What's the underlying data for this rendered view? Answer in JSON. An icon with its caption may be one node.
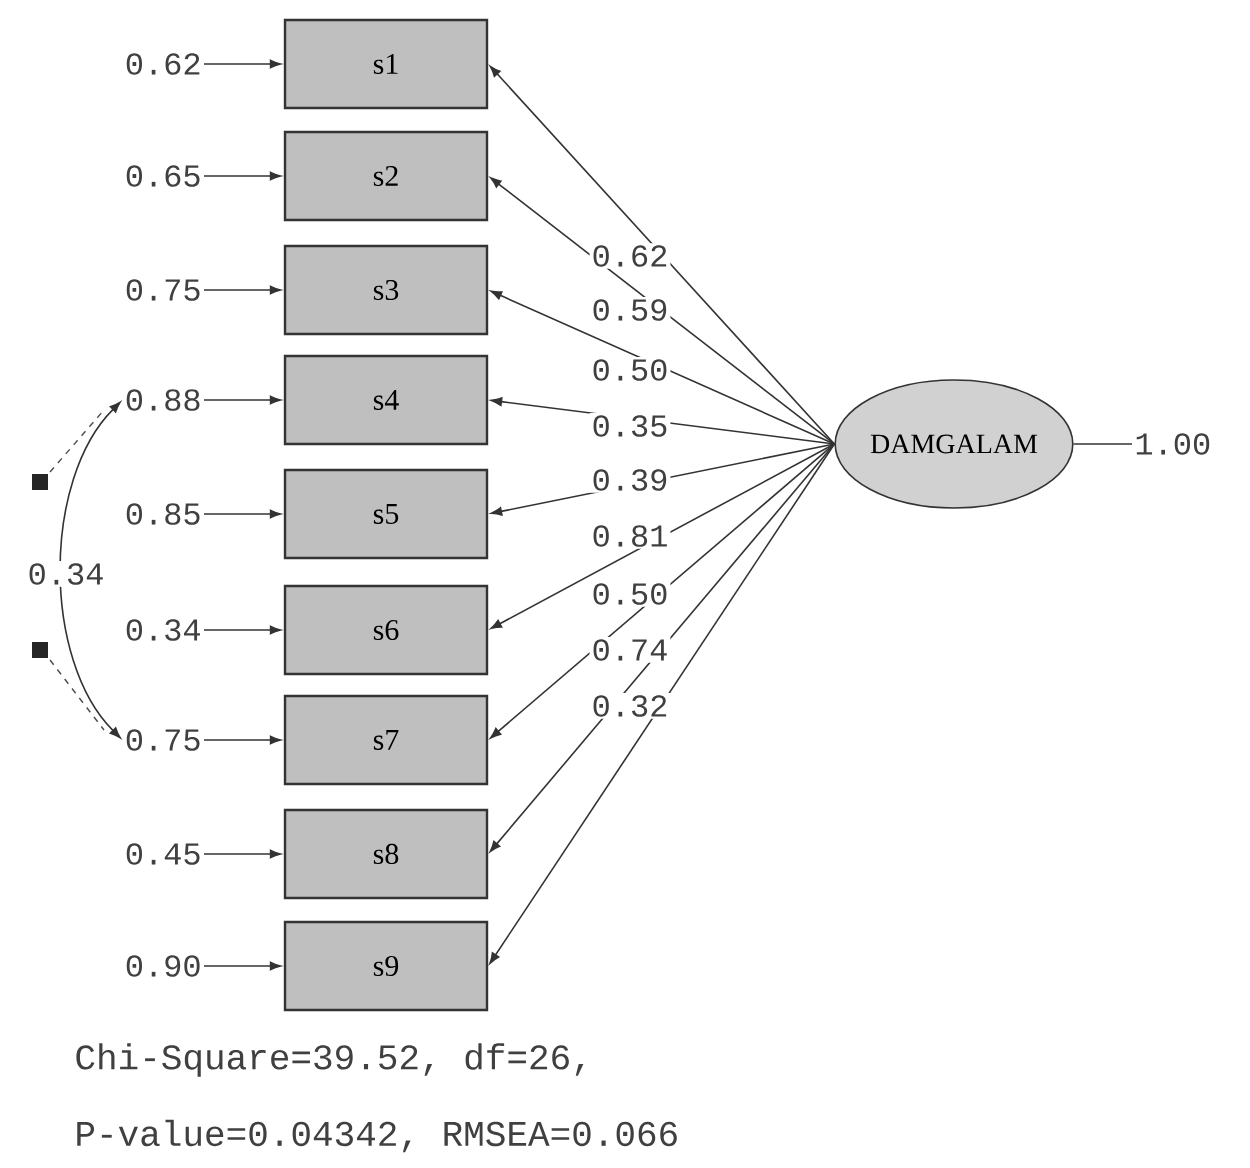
{
  "diagram": {
    "nodes": [
      {
        "text": [
          "s1"
        ]
      },
      {
        "text": [
          "s2"
        ]
      },
      {
        "text": [
          "s3"
        ]
      },
      {
        "text": [
          "s4"
        ]
      },
      {
        "text": [
          "s5"
        ]
      },
      {
        "text": [
          "s6"
        ]
      },
      {
        "text": [
          "s7"
        ]
      },
      {
        "text": [
          "s8"
        ]
      },
      {
        "text": [
          "s9"
        ]
      },
      {
        "text": [
          "DAMGALAM"
        ]
      },
      {
        "text": [
          "0.62"
        ]
      },
      {
        "text": [
          "0.65"
        ]
      },
      {
        "text": [
          "0.75"
        ]
      },
      {
        "text": [
          "0.88"
        ]
      },
      {
        "text": [
          "0.85"
        ]
      },
      {
        "text": [
          "0.34"
        ]
      },
      {
        "text": [
          "0.75"
        ]
      },
      {
        "text": [
          "0.45"
        ]
      },
      {
        "text": [
          "0.90"
        ]
      },
      {
        "text": [
          "1.00"
        ]
      }
    ],
    "edges": [
      {
        "from": 9,
        "to": 0,
        "arrow": "to",
        "label": "0.62"
      },
      {
        "from": 9,
        "to": 1,
        "arrow": "to",
        "label": "0.59"
      },
      {
        "from": 9,
        "to": 2,
        "arrow": "to",
        "label": "0.50"
      },
      {
        "from": 9,
        "to": 3,
        "arrow": "to",
        "label": "0.35"
      },
      {
        "from": 9,
        "to": 4,
        "arrow": "to",
        "label": "0.39"
      },
      {
        "from": 9,
        "to": 5,
        "arrow": "to",
        "label": "0.81"
      },
      {
        "from": 9,
        "to": 6,
        "arrow": "to",
        "label": "0.50"
      },
      {
        "from": 9,
        "to": 7,
        "arrow": "to",
        "label": "0.74"
      },
      {
        "from": 9,
        "to": 8,
        "arrow": "to",
        "label": "0.32"
      },
      {
        "from": 10,
        "to": 0,
        "arrow": "to"
      },
      {
        "from": 11,
        "to": 1,
        "arrow": "to"
      },
      {
        "from": 12,
        "to": 2,
        "arrow": "to"
      },
      {
        "from": 13,
        "to": 3,
        "arrow": "to"
      },
      {
        "from": 14,
        "to": 4,
        "arrow": "to"
      },
      {
        "from": 15,
        "to": 5,
        "arrow": "to"
      },
      {
        "from": 16,
        "to": 6,
        "arrow": "to"
      },
      {
        "from": 17,
        "to": 7,
        "arrow": "to"
      },
      {
        "from": 18,
        "to": 8,
        "arrow": "to"
      },
      {
        "from": 13,
        "to": 16,
        "arrow": "both",
        "label": "0.34"
      },
      {
        "from": 9,
        "to": 19,
        "arrow": "none"
      }
    ],
    "labels": [
      "Chi-Square=39.52, df=26,",
      "P-value=0.04342, RMSEA=0.066"
    ]
  }
}
